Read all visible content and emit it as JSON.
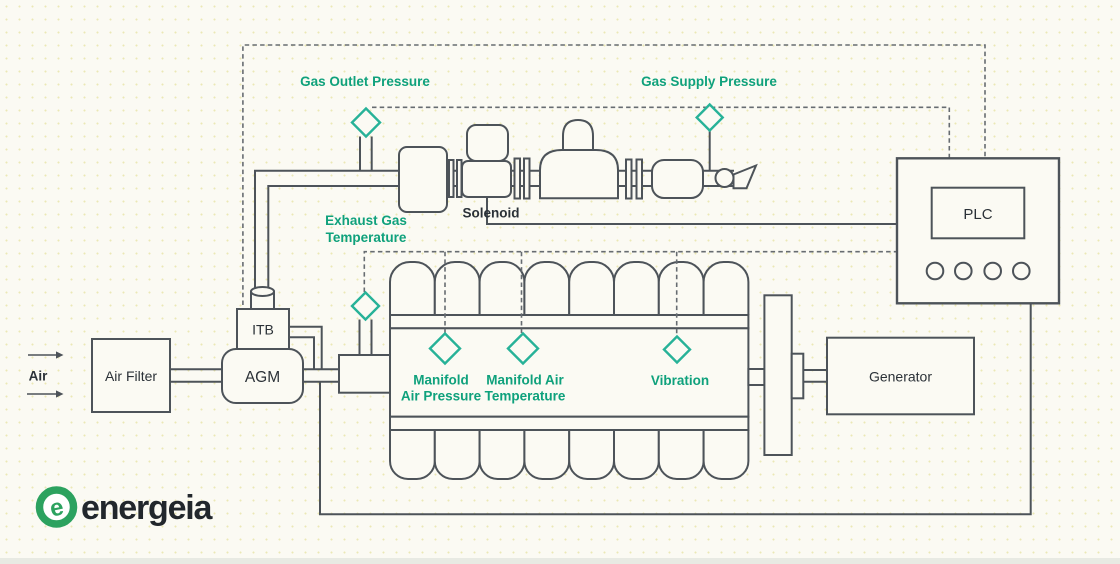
{
  "colors": {
    "accent_green": "#0fa17c",
    "diamond_green": "#27b298",
    "diagram_line": "#4d5359",
    "logo_green": "#2ca25f",
    "dark_text": "#2b3137",
    "background": "#fbfaf3"
  },
  "logo": {
    "mark": "e",
    "name": "energeia"
  },
  "flow": {
    "air_label": "Air"
  },
  "equipment": {
    "air_filter": "Air Filter",
    "agm": "AGM",
    "itb": "ITB",
    "solenoid": "Solenoid",
    "plc": "PLC",
    "generator": "Generator"
  },
  "sensors": {
    "gas_outlet_pressure": {
      "label": "Gas Outlet Pressure"
    },
    "gas_supply_pressure": {
      "label": "Gas Supply Pressure"
    },
    "exhaust_gas_temperature": {
      "line1": "Exhaust Gas",
      "line2": "Temperature"
    },
    "manifold_air_pressure": {
      "line1": "Manifold",
      "line2": "Air Pressure"
    },
    "manifold_air_temperature": {
      "line1": "Manifold Air",
      "line2": "Temperature"
    },
    "vibration": {
      "label": "Vibration"
    }
  }
}
